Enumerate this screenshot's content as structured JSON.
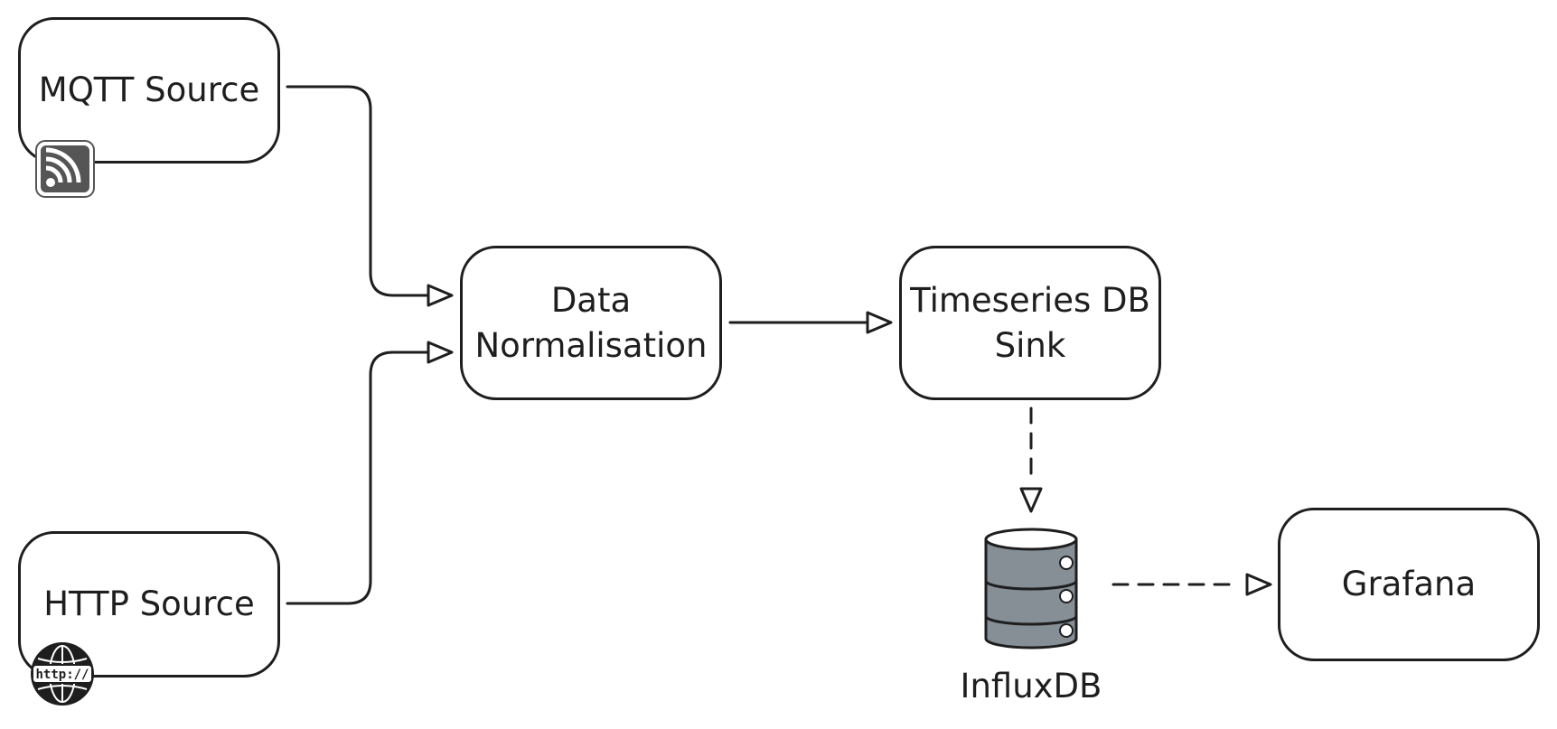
{
  "nodes": {
    "mqtt_source": "MQTT Source",
    "http_source": "HTTP Source",
    "data_normalisation": "Data\nNormalisation",
    "timeseries_sink": "Timeseries DB\nSink",
    "grafana": "Grafana"
  },
  "database": {
    "label": "InfluxDB"
  },
  "icons": {
    "mqtt": "rss-feed-icon",
    "http": "http-globe-icon",
    "http_text": "http://",
    "database": "database-icon"
  },
  "edges": [
    {
      "from": "MQTT Source",
      "to": "Data Normalisation",
      "style": "solid"
    },
    {
      "from": "HTTP Source",
      "to": "Data Normalisation",
      "style": "solid"
    },
    {
      "from": "Data Normalisation",
      "to": "Timeseries DB Sink",
      "style": "solid"
    },
    {
      "from": "Timeseries DB Sink",
      "to": "InfluxDB",
      "style": "dashed"
    },
    {
      "from": "InfluxDB",
      "to": "Grafana",
      "style": "dashed"
    }
  ],
  "colors": {
    "stroke": "#1e1e1e",
    "db_fill": "#868e96",
    "db_top": "#ffffff",
    "icon_fill": "#555555"
  }
}
